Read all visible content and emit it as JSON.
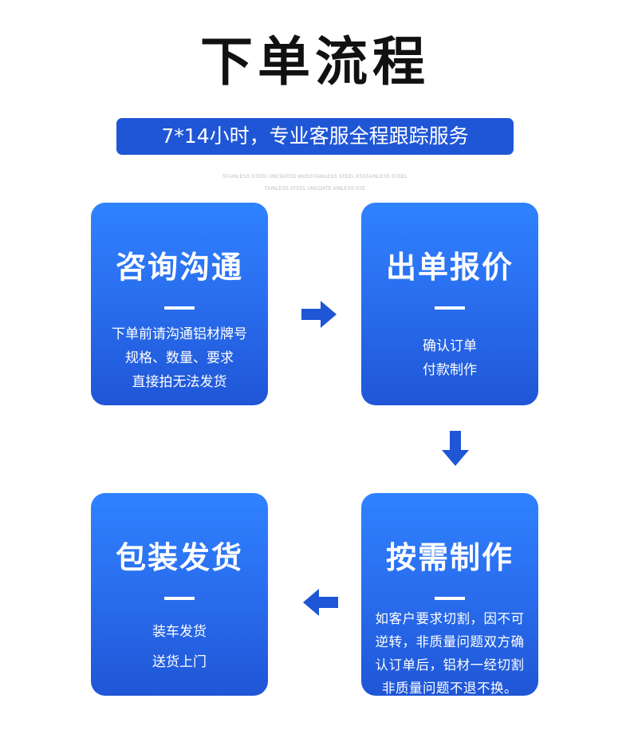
{
  "title": "下单流程",
  "subtitle": "7*14小时，专业客服全程跟踪服务",
  "tiny_text": [
    "STAINLESS STEEL UNCOATED WOSSTAINLESS STEEL KSSTAINLESS STEEL",
    "TAINLESS STEEL UNCOATE AINLESS STE"
  ],
  "steps": [
    {
      "title": "咨询沟通",
      "lines": [
        "下单前请沟通铝材牌号",
        "规格、数量、要求",
        "直接拍无法发货"
      ]
    },
    {
      "title": "出单报价",
      "lines": [
        "确认订单",
        "付款制作"
      ]
    },
    {
      "title": "按需制作",
      "lines": [
        "如客户要求切割，因不可",
        "逆转，非质量问题双方确",
        "认订单后，铝材一经切割",
        "非质量问题不退不换。"
      ]
    },
    {
      "title": "包装发货",
      "lines": [
        "装车发货",
        "送货上门"
      ]
    }
  ],
  "colors": {
    "accent": "#1f56d6",
    "card_top": "#2f82ff",
    "card_bottom": "#1f56d6",
    "title": "#111111"
  },
  "icons": [
    "arrow-right-icon",
    "arrow-down-icon",
    "arrow-left-icon"
  ]
}
